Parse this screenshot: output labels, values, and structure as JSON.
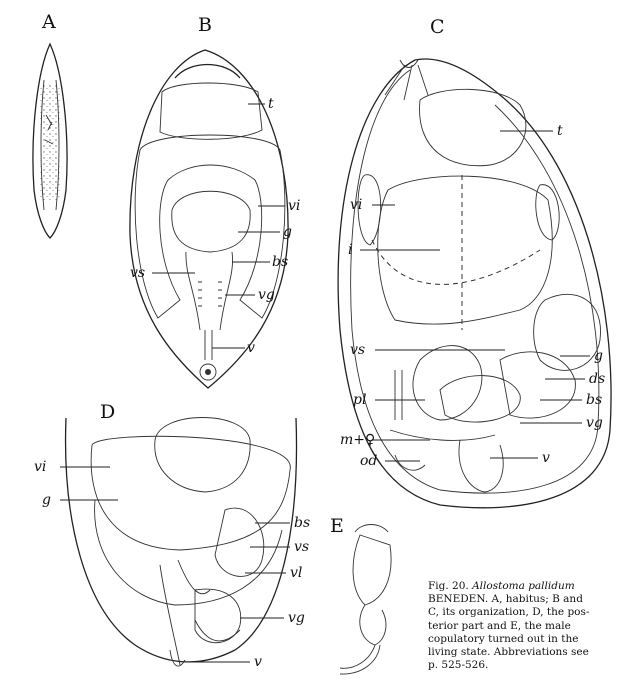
{
  "panels": {
    "A": "A",
    "B": "B",
    "C": "C",
    "D": "D",
    "E": "E"
  },
  "labels_B": {
    "t": "t",
    "vi": "vi",
    "g": "g",
    "bs": "bs",
    "vs": "vs",
    "vg": "vg",
    "v": "v"
  },
  "labels_C": {
    "t_top": "t",
    "vi": "vi",
    "i": "i",
    "vs": "vs",
    "g": "g",
    "ds": "ds",
    "bs": "bs",
    "pl": "pl",
    "vg": "vg",
    "m": "m+♀",
    "od": "od",
    "v": "v"
  },
  "labels_D": {
    "vi": "vi",
    "g": "g",
    "bs": "bs",
    "vs": "vs",
    "vl": "vl",
    "vg": "vg",
    "v": "v"
  },
  "caption": {
    "fig": "Fig. 20.",
    "species": "Allostoma pallidum",
    "line1": "BENEDEN. A, habitus; B and",
    "line2": "C, its organization, D, the pos-",
    "line3": "terior part and E, the male",
    "line4": "copulatory turned out in the",
    "line5": "living state. Abbreviations see",
    "line6": "p. 525-526."
  }
}
